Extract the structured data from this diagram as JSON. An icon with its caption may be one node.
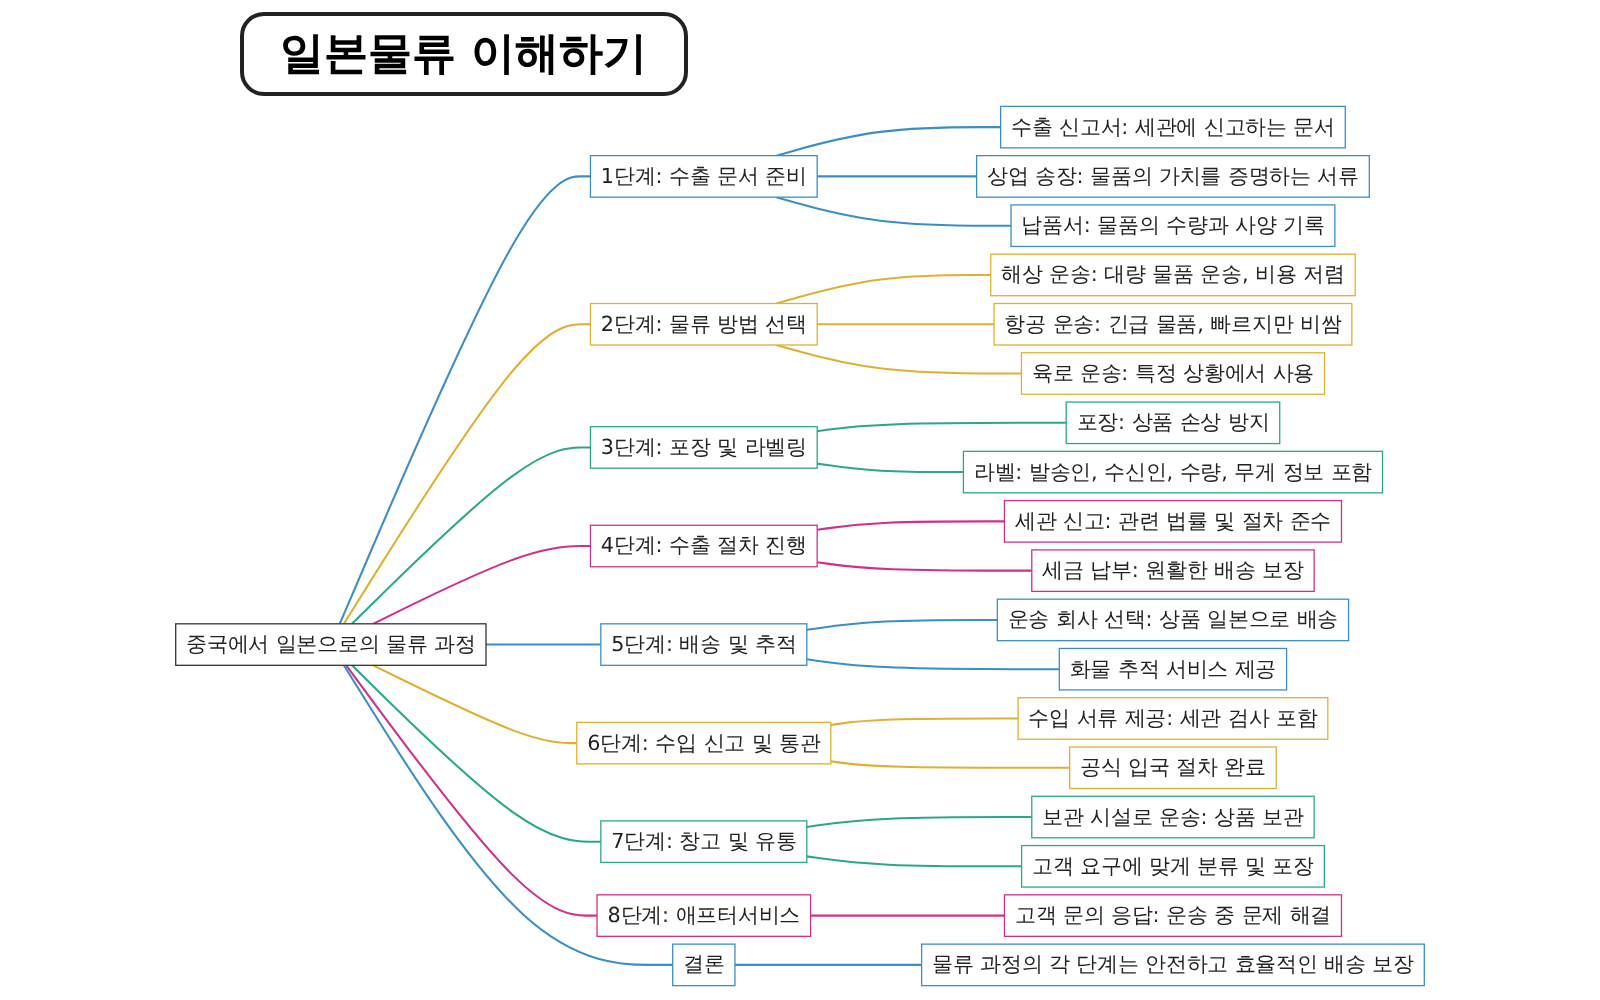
{
  "diagram": {
    "title": "일본물류 이해하기",
    "nodes": [
      {
        "text": [
          "중국에서 일본으로의 물류 과정"
        ]
      },
      {
        "text": [
          "1단계: 수출 문서 준비"
        ]
      },
      {
        "text": [
          "수출 신고서: 세관에 신고하는 문서"
        ]
      },
      {
        "text": [
          "상업 송장: 물품의 가치를 증명하는 서류"
        ]
      },
      {
        "text": [
          "납품서: 물품의 수량과 사양 기록"
        ]
      },
      {
        "text": [
          "2단계: 물류 방법 선택"
        ]
      },
      {
        "text": [
          "해상 운송: 대량 물품 운송, 비용 저렴"
        ]
      },
      {
        "text": [
          "항공 운송: 긴급 물품, 빠르지만 비쌈"
        ]
      },
      {
        "text": [
          "육로 운송: 특정 상황에서 사용"
        ]
      },
      {
        "text": [
          "3단계: 포장 및 라벨링"
        ]
      },
      {
        "text": [
          "포장: 상품 손상 방지"
        ]
      },
      {
        "text": [
          "라벨: 발송인, 수신인, 수량, 무게 정보 포함"
        ]
      },
      {
        "text": [
          "4단계: 수출 절차 진행"
        ]
      },
      {
        "text": [
          "세관 신고: 관련 법률 및 절차 준수"
        ]
      },
      {
        "text": [
          "세금 납부: 원활한 배송 보장"
        ]
      },
      {
        "text": [
          "5단계: 배송 및 추적"
        ]
      },
      {
        "text": [
          "운송 회사 선택: 상품 일본으로 배송"
        ]
      },
      {
        "text": [
          "화물 추적 서비스 제공"
        ]
      },
      {
        "text": [
          "6단계: 수입 신고 및 통관"
        ]
      },
      {
        "text": [
          "수입 서류 제공: 세관 검사 포함"
        ]
      },
      {
        "text": [
          "공식 입국 절차 완료"
        ]
      },
      {
        "text": [
          "7단계: 창고 및 유통"
        ]
      },
      {
        "text": [
          "보관 시설로 운송: 상품 보관"
        ]
      },
      {
        "text": [
          "고객 요구에 맞게 분류 및 포장"
        ]
      },
      {
        "text": [
          "8단계: 애프터서비스"
        ]
      },
      {
        "text": [
          "고객 문의 응답: 운송 중 문제 해결"
        ]
      },
      {
        "text": [
          "결론"
        ]
      },
      {
        "text": [
          "물류 과정의 각 단계는 안전하고 효율적인 배송 보장"
        ]
      }
    ],
    "edges": [
      {
        "from": 0,
        "to": 1,
        "arrow": "none"
      },
      {
        "from": 1,
        "to": 2,
        "arrow": "none"
      },
      {
        "from": 1,
        "to": 3,
        "arrow": "none"
      },
      {
        "from": 1,
        "to": 4,
        "arrow": "none"
      },
      {
        "from": 0,
        "to": 5,
        "arrow": "none",
        "color": "#e0b030"
      },
      {
        "from": 5,
        "to": 6,
        "arrow": "none",
        "color": "#e0b030"
      },
      {
        "from": 5,
        "to": 7,
        "arrow": "none",
        "color": "#e0b030"
      },
      {
        "from": 5,
        "to": 8,
        "arrow": "none",
        "color": "#e0b030"
      },
      {
        "from": 0,
        "to": 9,
        "arrow": "none",
        "color": "#2aa88a"
      },
      {
        "from": 9,
        "to": 10,
        "arrow": "none",
        "color": "#2aa88a"
      },
      {
        "from": 9,
        "to": 11,
        "arrow": "none",
        "color": "#2aa88a"
      },
      {
        "from": 0,
        "to": 12,
        "arrow": "none",
        "color": "#d0308a"
      },
      {
        "from": 12,
        "to": 13,
        "arrow": "none",
        "color": "#d0308a"
      },
      {
        "from": 12,
        "to": 14,
        "arrow": "none",
        "color": "#d0308a"
      },
      {
        "from": 0,
        "to": 15,
        "arrow": "none"
      },
      {
        "from": 15,
        "to": 16,
        "arrow": "none"
      },
      {
        "from": 15,
        "to": 17,
        "arrow": "none"
      },
      {
        "from": 0,
        "to": 18,
        "arrow": "none",
        "color": "#e0b030"
      },
      {
        "from": 18,
        "to": 19,
        "arrow": "none",
        "color": "#e0b030"
      },
      {
        "from": 18,
        "to": 20,
        "arrow": "none",
        "color": "#e0b030"
      },
      {
        "from": 0,
        "to": 21,
        "arrow": "none",
        "color": "#2aa88a"
      },
      {
        "from": 21,
        "to": 22,
        "arrow": "none",
        "color": "#2aa88a"
      },
      {
        "from": 21,
        "to": 23,
        "arrow": "none",
        "color": "#2aa88a"
      },
      {
        "from": 0,
        "to": 24,
        "arrow": "none",
        "color": "#d0308a"
      },
      {
        "from": 24,
        "to": 25,
        "arrow": "none",
        "color": "#d0308a"
      },
      {
        "from": 0,
        "to": 26,
        "arrow": "none"
      },
      {
        "from": 26,
        "to": 27,
        "arrow": "none"
      }
    ]
  }
}
